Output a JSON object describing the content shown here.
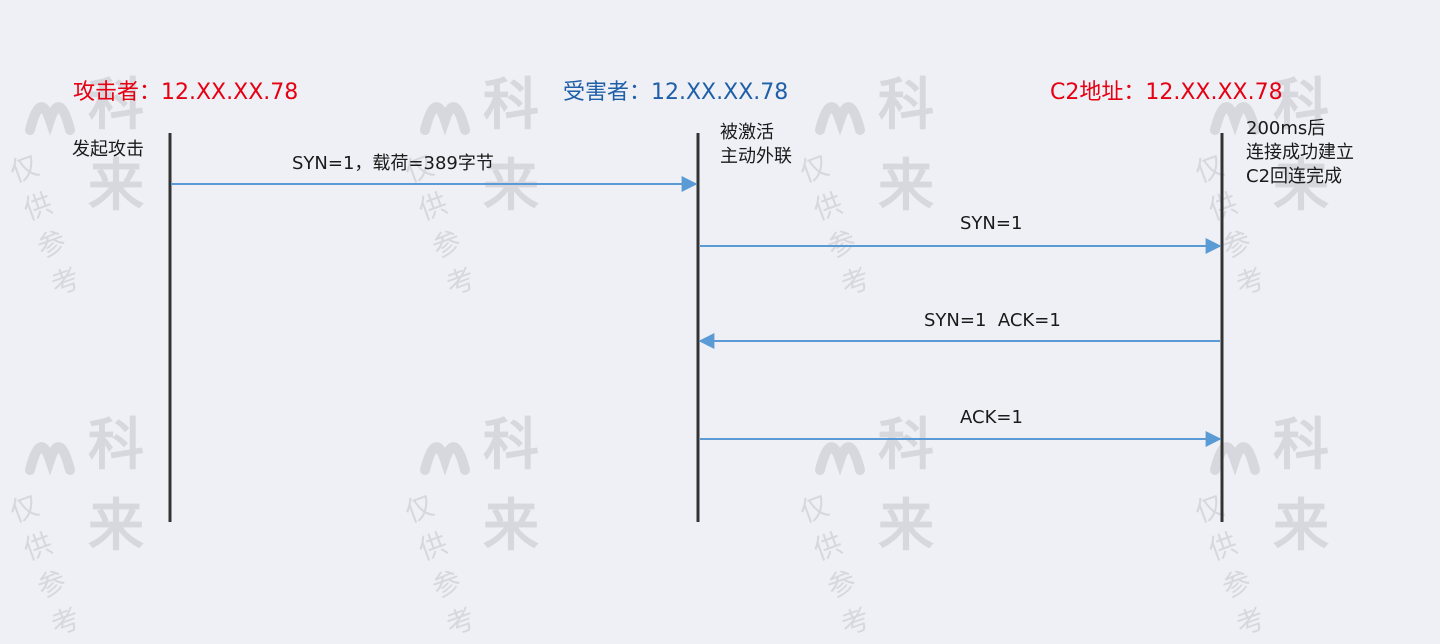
{
  "colors": {
    "background": "#eef0f6",
    "attacker_color": "#e60012",
    "victim_color": "#1f5fa8",
    "c2_color": "#e60012",
    "arrow_color": "#5b9bd5",
    "lifeline_color": "#333333"
  },
  "parties": {
    "attacker": {
      "label": "攻击者：12.XX.XX.78"
    },
    "victim": {
      "label": "受害者：12.XX.XX.78"
    },
    "c2": {
      "label": "C2地址：12.XX.XX.78"
    }
  },
  "notes": {
    "attacker": [
      "发起攻击"
    ],
    "victim": [
      "被激活",
      "主动外联"
    ],
    "c2": [
      "200ms后",
      "连接成功建立",
      "C2回连完成"
    ]
  },
  "messages": [
    {
      "label": "SYN=1，载荷=389字节",
      "from": "attacker",
      "to": "victim"
    },
    {
      "label": "SYN=1",
      "from": "victim",
      "to": "c2"
    },
    {
      "label": "SYN=1  ACK=1",
      "from": "c2",
      "to": "victim"
    },
    {
      "label": "ACK=1",
      "from": "victim",
      "to": "c2"
    }
  ],
  "watermark": {
    "brand": "科来",
    "sub": "仅供参考",
    "icon": "kelai-logo-icon"
  }
}
